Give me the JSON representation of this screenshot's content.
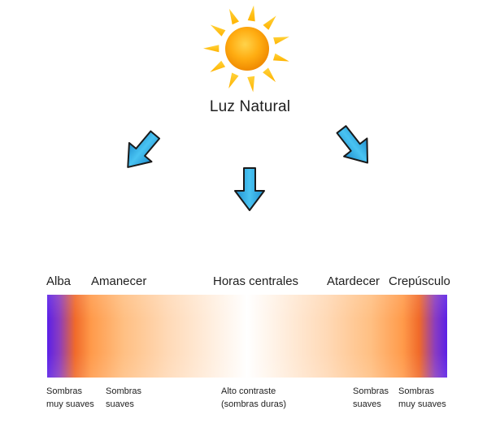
{
  "title": "Luz Natural",
  "periods": [
    {
      "label": "Alba"
    },
    {
      "label": "Amanecer"
    },
    {
      "label": "Horas centrales"
    },
    {
      "label": "Atardecer"
    },
    {
      "label": "Crepúsculo"
    }
  ],
  "notes": [
    {
      "line1": "Sombras",
      "line2": "muy suaves"
    },
    {
      "line1": "Sombras",
      "line2": "suaves"
    },
    {
      "line1": "Alto contraste",
      "line2": "(sombras duras)"
    },
    {
      "line1": "Sombras",
      "line2": "suaves"
    },
    {
      "line1": "Sombras",
      "line2": "muy suaves"
    }
  ],
  "colors": {
    "sun_core": "#ffa500",
    "sun_rays": "#ffc21a",
    "arrow_fill": "#3ab6ea",
    "arrow_outline": "#1a1a1a",
    "dawn_dusk": "#5a1fe8",
    "sunrise_sunset": "#ff9a4a",
    "midday": "#ffffff"
  },
  "icons": {
    "sun": "sun-icon",
    "arrows": "arrow-down-icon"
  }
}
